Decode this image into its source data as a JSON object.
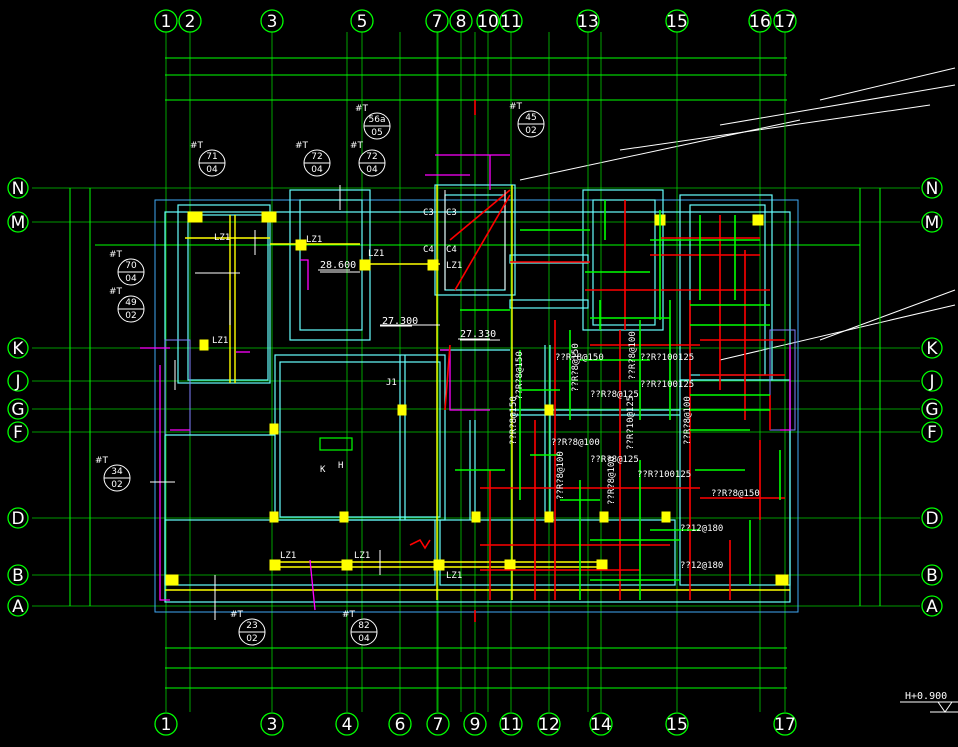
{
  "drawing": {
    "background": "#000000",
    "colors": {
      "grid": "#00cc00",
      "wall": "#66ffff",
      "beam": "#ffff00",
      "rebar_red": "#ff0000",
      "rebar_green": "#00ff00",
      "annotation": "#ff00ff",
      "text": "#ffffff"
    }
  },
  "axes": {
    "top": [
      "1",
      "2",
      "3",
      "5",
      "7",
      "8",
      "10",
      "11",
      "13",
      "15",
      "16",
      "17"
    ],
    "bottom": [
      "1",
      "3",
      "4",
      "6",
      "7",
      "9",
      "11",
      "12",
      "14",
      "15",
      "17"
    ],
    "left": [
      "N",
      "M",
      "K",
      "J",
      "G",
      "F",
      "D",
      "B",
      "A"
    ],
    "right": [
      "N",
      "M",
      "K",
      "J",
      "G",
      "F",
      "D",
      "B",
      "A"
    ]
  },
  "section_refs": [
    {
      "num": "71",
      "sheet": "04",
      "tag": "#T"
    },
    {
      "num": "72",
      "sheet": "04",
      "tag": "#T"
    },
    {
      "num": "56a",
      "sheet": "05",
      "tag": "#T"
    },
    {
      "num": "72",
      "sheet": "04",
      "tag": "#T"
    },
    {
      "num": "45",
      "sheet": "02",
      "tag": "#T"
    },
    {
      "num": "70",
      "sheet": "04",
      "tag": "#T"
    },
    {
      "num": "49",
      "sheet": "02",
      "tag": "#T"
    },
    {
      "num": "34",
      "sheet": "02",
      "tag": "#T"
    },
    {
      "num": "23",
      "sheet": "02",
      "tag": "#T"
    },
    {
      "num": "82",
      "sheet": "04",
      "tag": "#T"
    }
  ],
  "elevations": [
    "28.600",
    "27.300",
    "27.330"
  ],
  "level_mark": "H+0.900",
  "column_tags": [
    "LZ1",
    "LZ1",
    "LZ1",
    "LZ1",
    "LZ1",
    "LZ1",
    "LZ1",
    "LZ1"
  ],
  "rebar_labels": [
    "??R?8@150",
    "??R?8@100",
    "??R?100125",
    "??R?8@125",
    "??R?8@150",
    "??R?10@125",
    "??R?8@100",
    "??R?100125",
    "??R?8@125",
    "??R?8@100",
    "??R?100125",
    "??R?8@100",
    "??R?8@150",
    "??12@180",
    "??12@180",
    "??R?8@150",
    "??R?8@150",
    "??R?8@100"
  ],
  "small_labels": [
    "C3",
    "C3",
    "C4",
    "C4",
    "H",
    "K",
    "J1"
  ]
}
